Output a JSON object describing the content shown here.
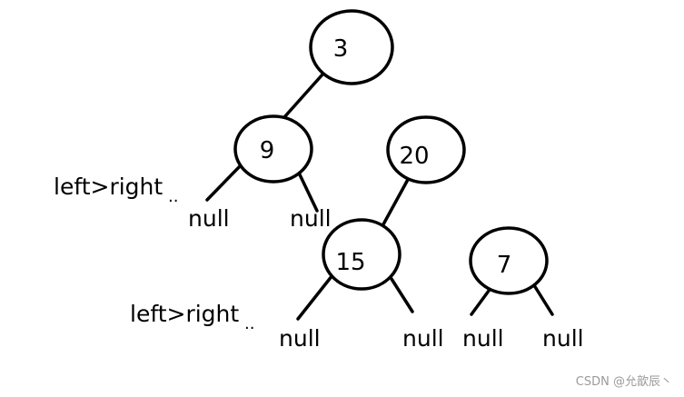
{
  "nodes": {
    "n3": "3",
    "n9": "9",
    "n20": "20",
    "n15": "15",
    "n7": "7"
  },
  "nulls": {
    "n9_left": "null",
    "n9_right": "null",
    "n15_left": "null",
    "n15_right": "null",
    "n7_left": "null",
    "n7_right": "null"
  },
  "annotations": {
    "note_top": "left>right",
    "note_bottom": "left>right",
    "note_dots": "..",
    "watermark": "CSDN @允歆辰丶"
  }
}
